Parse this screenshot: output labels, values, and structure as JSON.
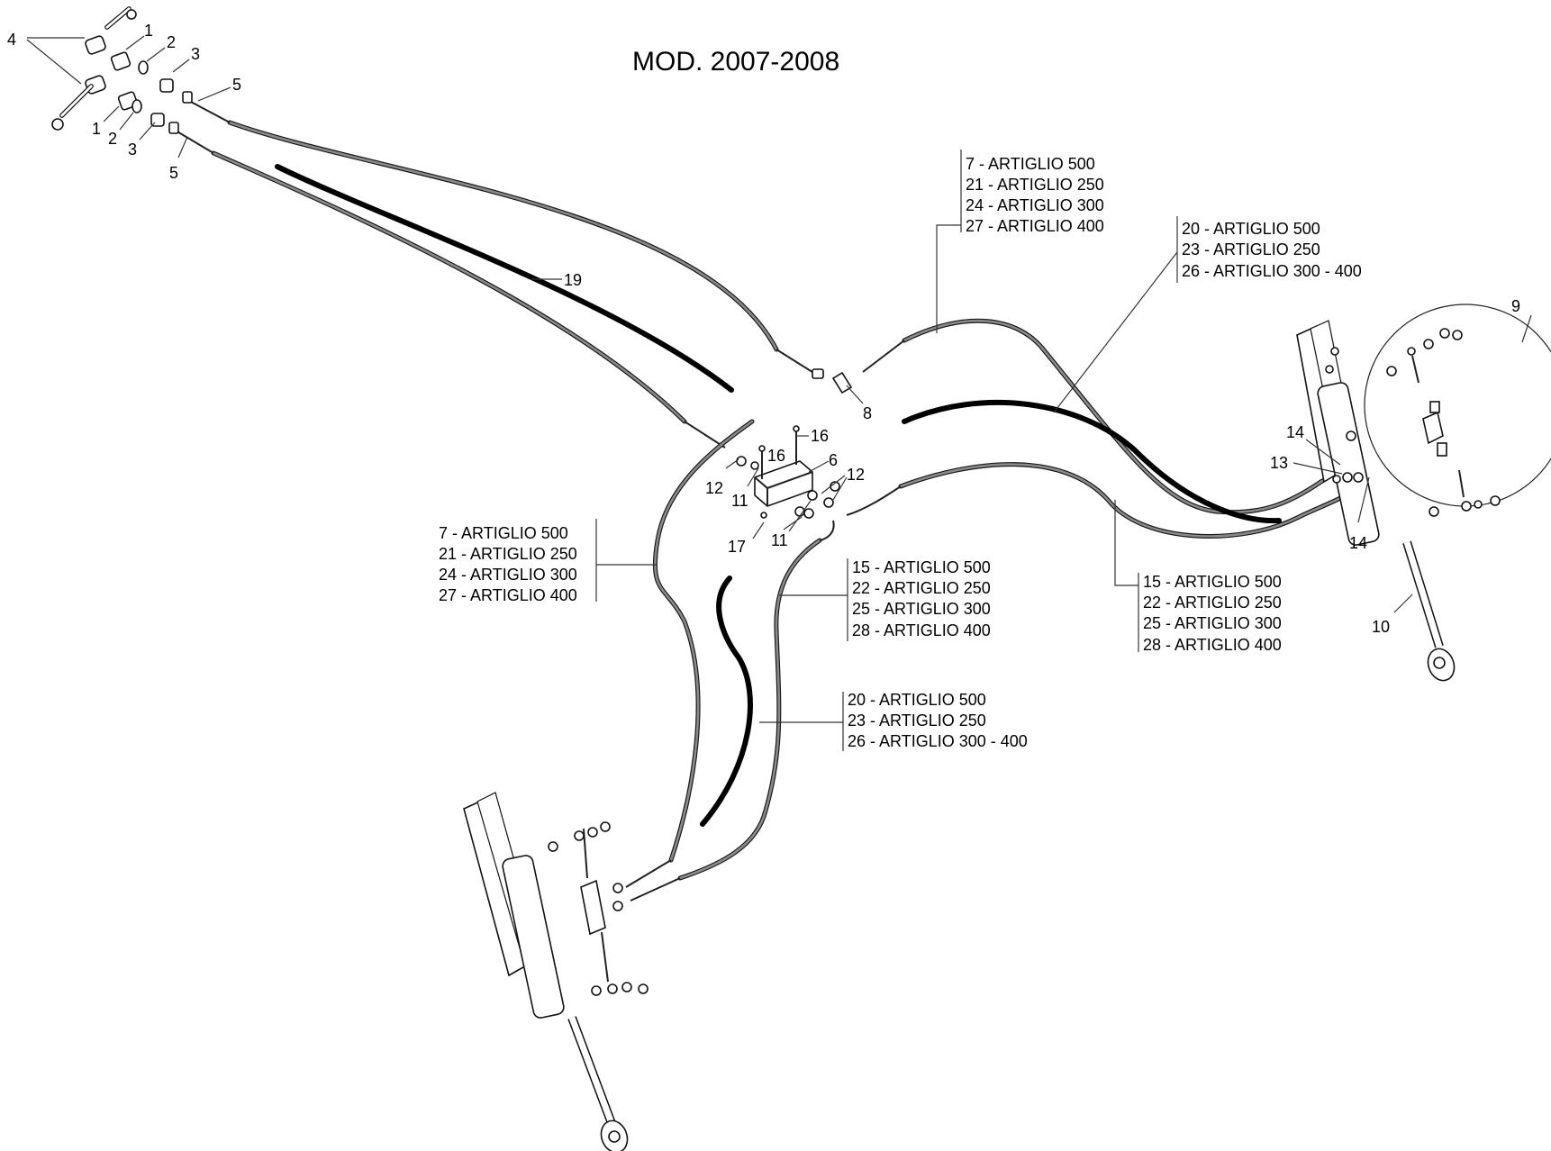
{
  "title": "MOD. 2007-2008",
  "callouts": {
    "c1a": "1",
    "c2a": "2",
    "c3a": "3",
    "c4": "4",
    "c5a": "5",
    "c1b": "1",
    "c2b": "2",
    "c3b": "3",
    "c5b": "5",
    "c19": "19",
    "c8": "8",
    "c16a": "16",
    "c16b": "16",
    "c6": "6",
    "c12a": "12",
    "c11a": "11",
    "c12b": "12",
    "c17": "17",
    "c11b": "11",
    "c9": "9",
    "c14a": "14",
    "c13": "13",
    "c14b": "14",
    "c10": "10"
  },
  "legends": {
    "top_center": [
      "7   - ARTIGLIO 500",
      "21 - ARTIGLIO 250",
      "24 - ARTIGLIO 300",
      "27 - ARTIGLIO 400"
    ],
    "top_right": [
      "20 - ARTIGLIO 500",
      "23 - ARTIGLIO 250",
      "26 - ARTIGLIO 300 - 400"
    ],
    "left": [
      "7   - ARTIGLIO 500",
      "21 - ARTIGLIO 250",
      "24 - ARTIGLIO 300",
      "27 - ARTIGLIO 400"
    ],
    "middle": [
      "15 - ARTIGLIO 500",
      "22 - ARTIGLIO 250",
      "25 - ARTIGLIO 300",
      "28 - ARTIGLIO 400"
    ],
    "right": [
      "15 - ARTIGLIO 500",
      "22 - ARTIGLIO 250",
      "25 - ARTIGLIO 300",
      "28 - ARTIGLIO 400"
    ],
    "bottom": [
      "20 - ARTIGLIO 500",
      "23 - ARTIGLIO 250",
      "26 - ARTIGLIO 300 - 400"
    ]
  }
}
